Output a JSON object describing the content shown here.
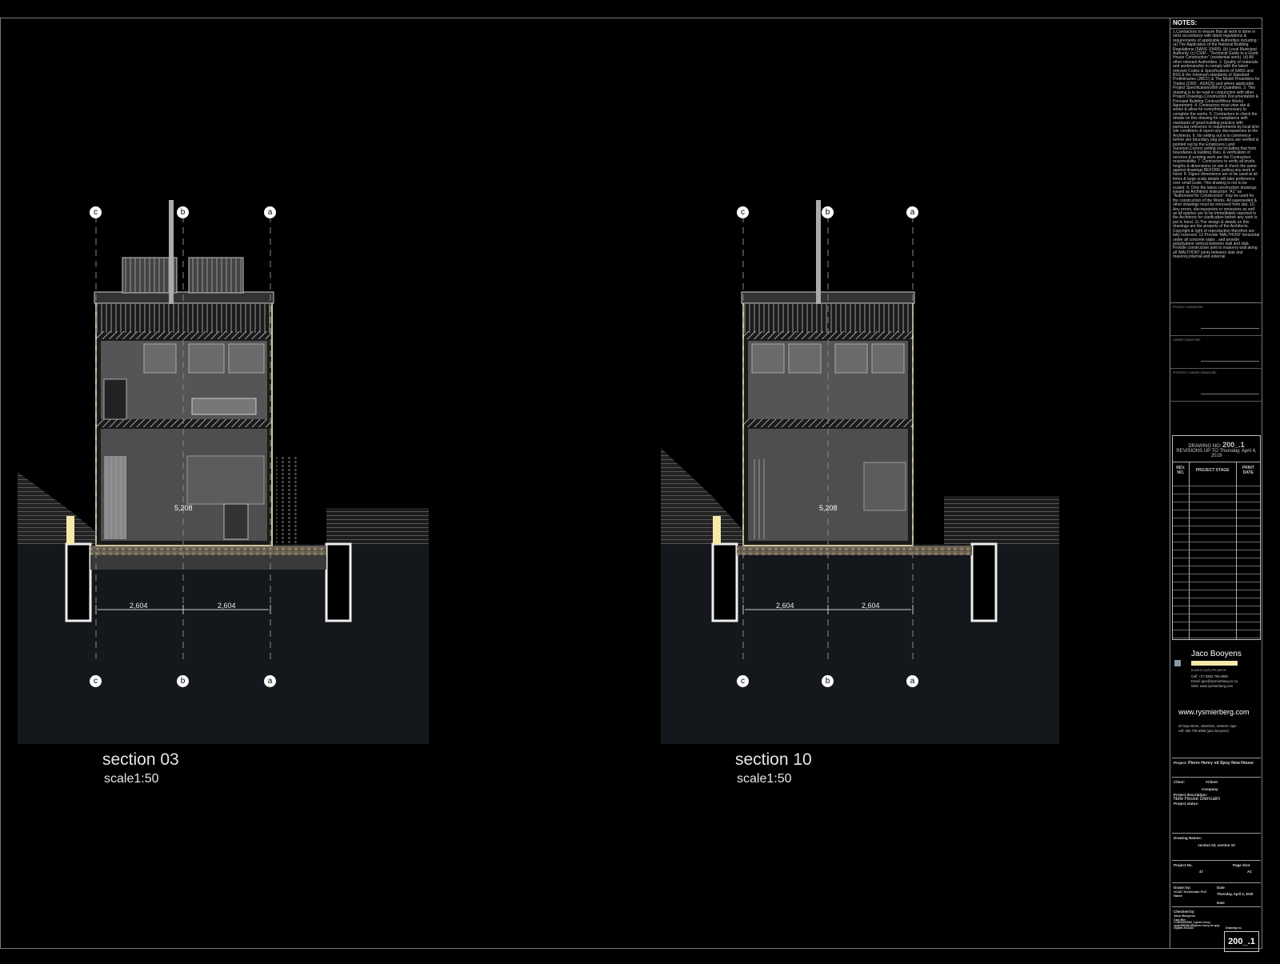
{
  "sections": [
    {
      "title": "section 03",
      "scale": "scale1:50",
      "grid_top": [
        "c",
        "b",
        "a"
      ],
      "grid_bottom": [
        "c",
        "b",
        "a"
      ],
      "dims": [
        "2,604",
        "2,604"
      ],
      "room_dim": "5,208"
    },
    {
      "title": "section 10",
      "scale": "scale1:50",
      "grid_top": [
        "c",
        "b",
        "a"
      ],
      "grid_bottom": [
        "c",
        "b",
        "a"
      ],
      "dims": [
        "2,604",
        "2,604"
      ],
      "room_dim": "5,208"
    }
  ],
  "title_block": {
    "notes_heading": "NOTES:",
    "notes_text": "1.Contractors to ensure that all work is done in strict accordance with latest regulations & requirements of applicable Authorities including : (a) The Application of the National Building Regulations (SANS 10400). (b) Local Municipal Authority. (c) CSIR - \"Technical Guide to a Good House Construction\" (residential work). (d) All other relevant Authorities. 2. Quality of materials and workmanship to comply with the latest relevant Codes & Specifications of SABS and BSS & the minimum standards of Standard Preliminaries (JBCC) & The Model Preambles for Trades (1992 - ASAQS) and where applicable Project Specifications/Bill of Quantities. 3. This drawing is to be read in conjunction with other Project Drawings,Construction Documentation & Principal Building Contract/Minor Works Agreement. 4. Contractors must view site & works & allow for everything necessary to complete the works. 5. Contractors to check the details on this drawing for compliance with standards of good building practice with particular reference to requirements by local &/or site conditions & report any discrepancies to the Architects. 6. No setting out is to commence before site boundary peg positions are verified & pointed out by the Employers Land Surveyor.Correct setting out including that from boundaries & building lines, & verification of services & existing work are the Contractors responsibility. 7. Contractors to verify all levels, heights & dimensions on site & check the same against drawings BEFORE putting any work in hand. 8. Figure dimensions are to be used at all times & large scale details will take preference over small scale. This drawing is not to be scaled. 9. Only the latest construction drawings issued as Architects instruction \"A1\" as \"Authorised for Construction\" may be used for the construction of the Works. All superseded & other drawings must be removed from site. 10. Any errors, discrepancies or omissions as well as all queries are to be immediately reported to the Architects for clarification before any work is put in hand. 11.The design & details on this drawings are the property of the Architects. Copyright & right of reproduction therefore are fully reserved. 12 Provide 'MALTHOID' horizontal under all concrete slabs , and provide polyplyanne vertical between wall and slab. Provide construction joint to masonry wall along all 'MALTHOID' joints between slab and masonry,internal and external",
    "signatures": [
      "PROJECT SIGNATURE",
      "OWNER SIGNATURE",
      "PROPERTY OWNER SIGNATURE"
    ],
    "drawing_no_label": "DRAWING NO:",
    "drawing_no": "200_.1",
    "revisions_label": "REVISIONS UP TO Thursday, April 4, 2019",
    "rev_cols": [
      "REV. NO.",
      "PROJECT STAGE",
      "PRINT DATE"
    ],
    "company": "Jaco Booyens",
    "company_small": "B.ARCH (UP) PR.ARCH",
    "contact": [
      "Cell: +27 8382 706 6959",
      "Email: jaco@rysmierberg.co.za",
      "Web: www.rysmierberg.com"
    ],
    "website": "www.rysmierberg.com",
    "address": [
      "28 loop street, robertson, western cape",
      "cell:  082 706 6959  (jaco booyens)"
    ],
    "project_label": "Project:",
    "project": "Pierre Henry vd Spuy New House",
    "client_label": "Client:",
    "client": "#Client",
    "client_company": "Company",
    "desc_label": "Project description:",
    "desc": "New House Glencairn",
    "status_label": "Project status:",
    "drawing_names_label": "Drawing Names:",
    "drawing_names": "section 03, section 10",
    "project_no_label": "Project No.",
    "project_no": "47",
    "page_size_label": "Page Size:",
    "page_size": "A1",
    "drawn_by_label": "Drawn by:",
    "drawn_by": "#CAD Technician Full Name",
    "date_label": "Date",
    "date": "Thursday, April 4, 2019",
    "checked_by_label": "Checked by:",
    "checked_by": "Jaco Booyens",
    "cad_file_label": "Cad file:",
    "cad_file": "C:\\ARCHIVE\\02_3 pierre henry spuy\\ARCHICAD\\pierre henry vd spuy migrate 2019.pln",
    "drawing_no_box_label": "Drawing no.",
    "drawing_no_box": "200_.1"
  },
  "colors": {
    "ground": "#14171c",
    "accent": "#f6e8a8",
    "line": "#e8e8e8"
  }
}
